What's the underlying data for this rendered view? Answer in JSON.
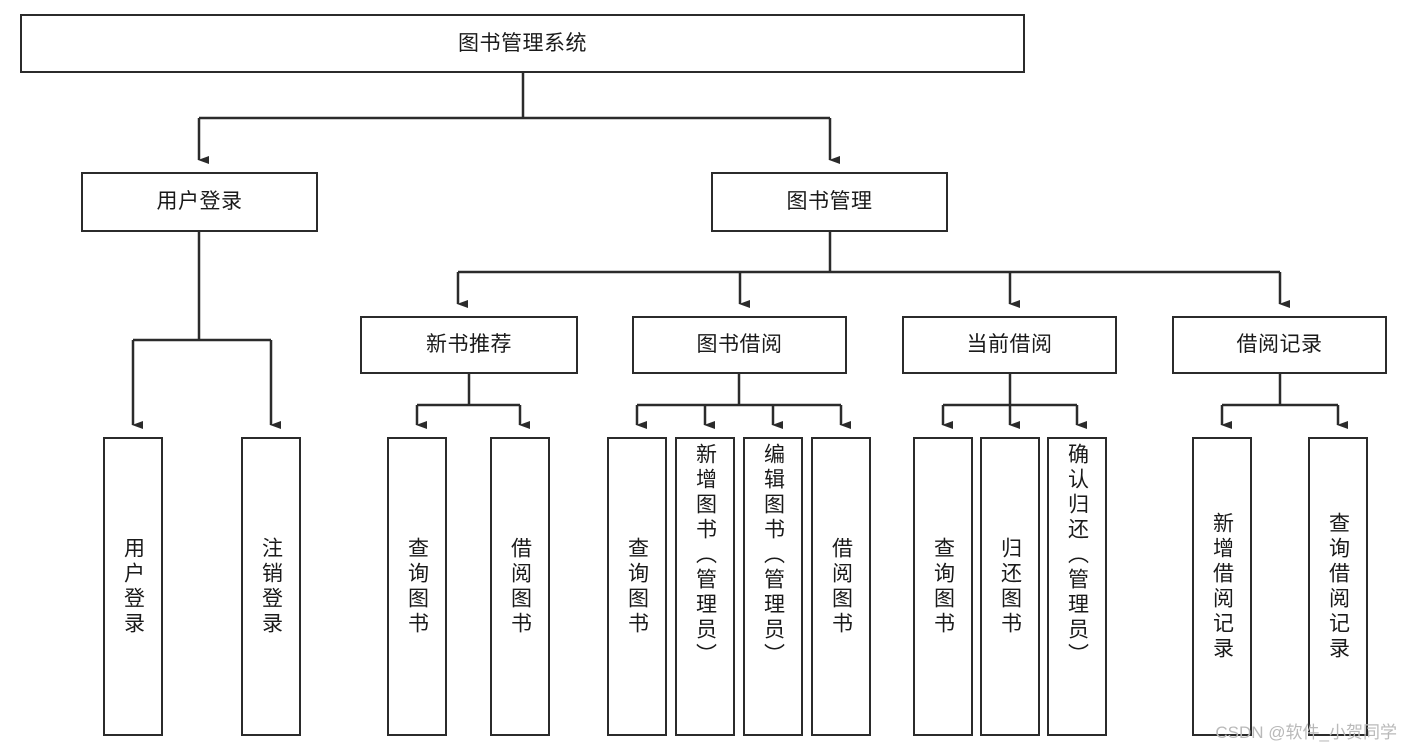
{
  "diagram": {
    "type": "tree-hierarchy-diagram",
    "title": "图书管理系统",
    "watermark": "CSDN @软件_小贺同学",
    "colors": {
      "box_border": "#2b2b2b",
      "connector": "#2b2b2b",
      "background": "#ffffff",
      "text": "#1a1a1a",
      "watermark": "#b9b9b9"
    },
    "root": {
      "label": "图书管理系统"
    },
    "level2": [
      {
        "label": "用户登录"
      },
      {
        "label": "图书管理"
      }
    ],
    "level3": [
      {
        "label": "新书推荐"
      },
      {
        "label": "图书借阅"
      },
      {
        "label": "当前借阅"
      },
      {
        "label": "借阅记录"
      }
    ],
    "leaves": {
      "user_login": [
        {
          "label": "用户登录"
        },
        {
          "label": "注销登录"
        }
      ],
      "new_book_recommend": [
        {
          "label": "查询图书"
        },
        {
          "label": "借阅图书"
        }
      ],
      "book_borrow": [
        {
          "label": "查询图书"
        },
        {
          "label": "新增图书（管理员）"
        },
        {
          "label": "编辑图书（管理员）"
        },
        {
          "label": "借阅图书"
        }
      ],
      "current_borrow": [
        {
          "label": "查询图书"
        },
        {
          "label": "归还图书"
        },
        {
          "label": "确认归还（管理员）"
        }
      ],
      "borrow_record": [
        {
          "label": "新增借阅记录"
        },
        {
          "label": "查询借阅记录"
        }
      ]
    }
  }
}
